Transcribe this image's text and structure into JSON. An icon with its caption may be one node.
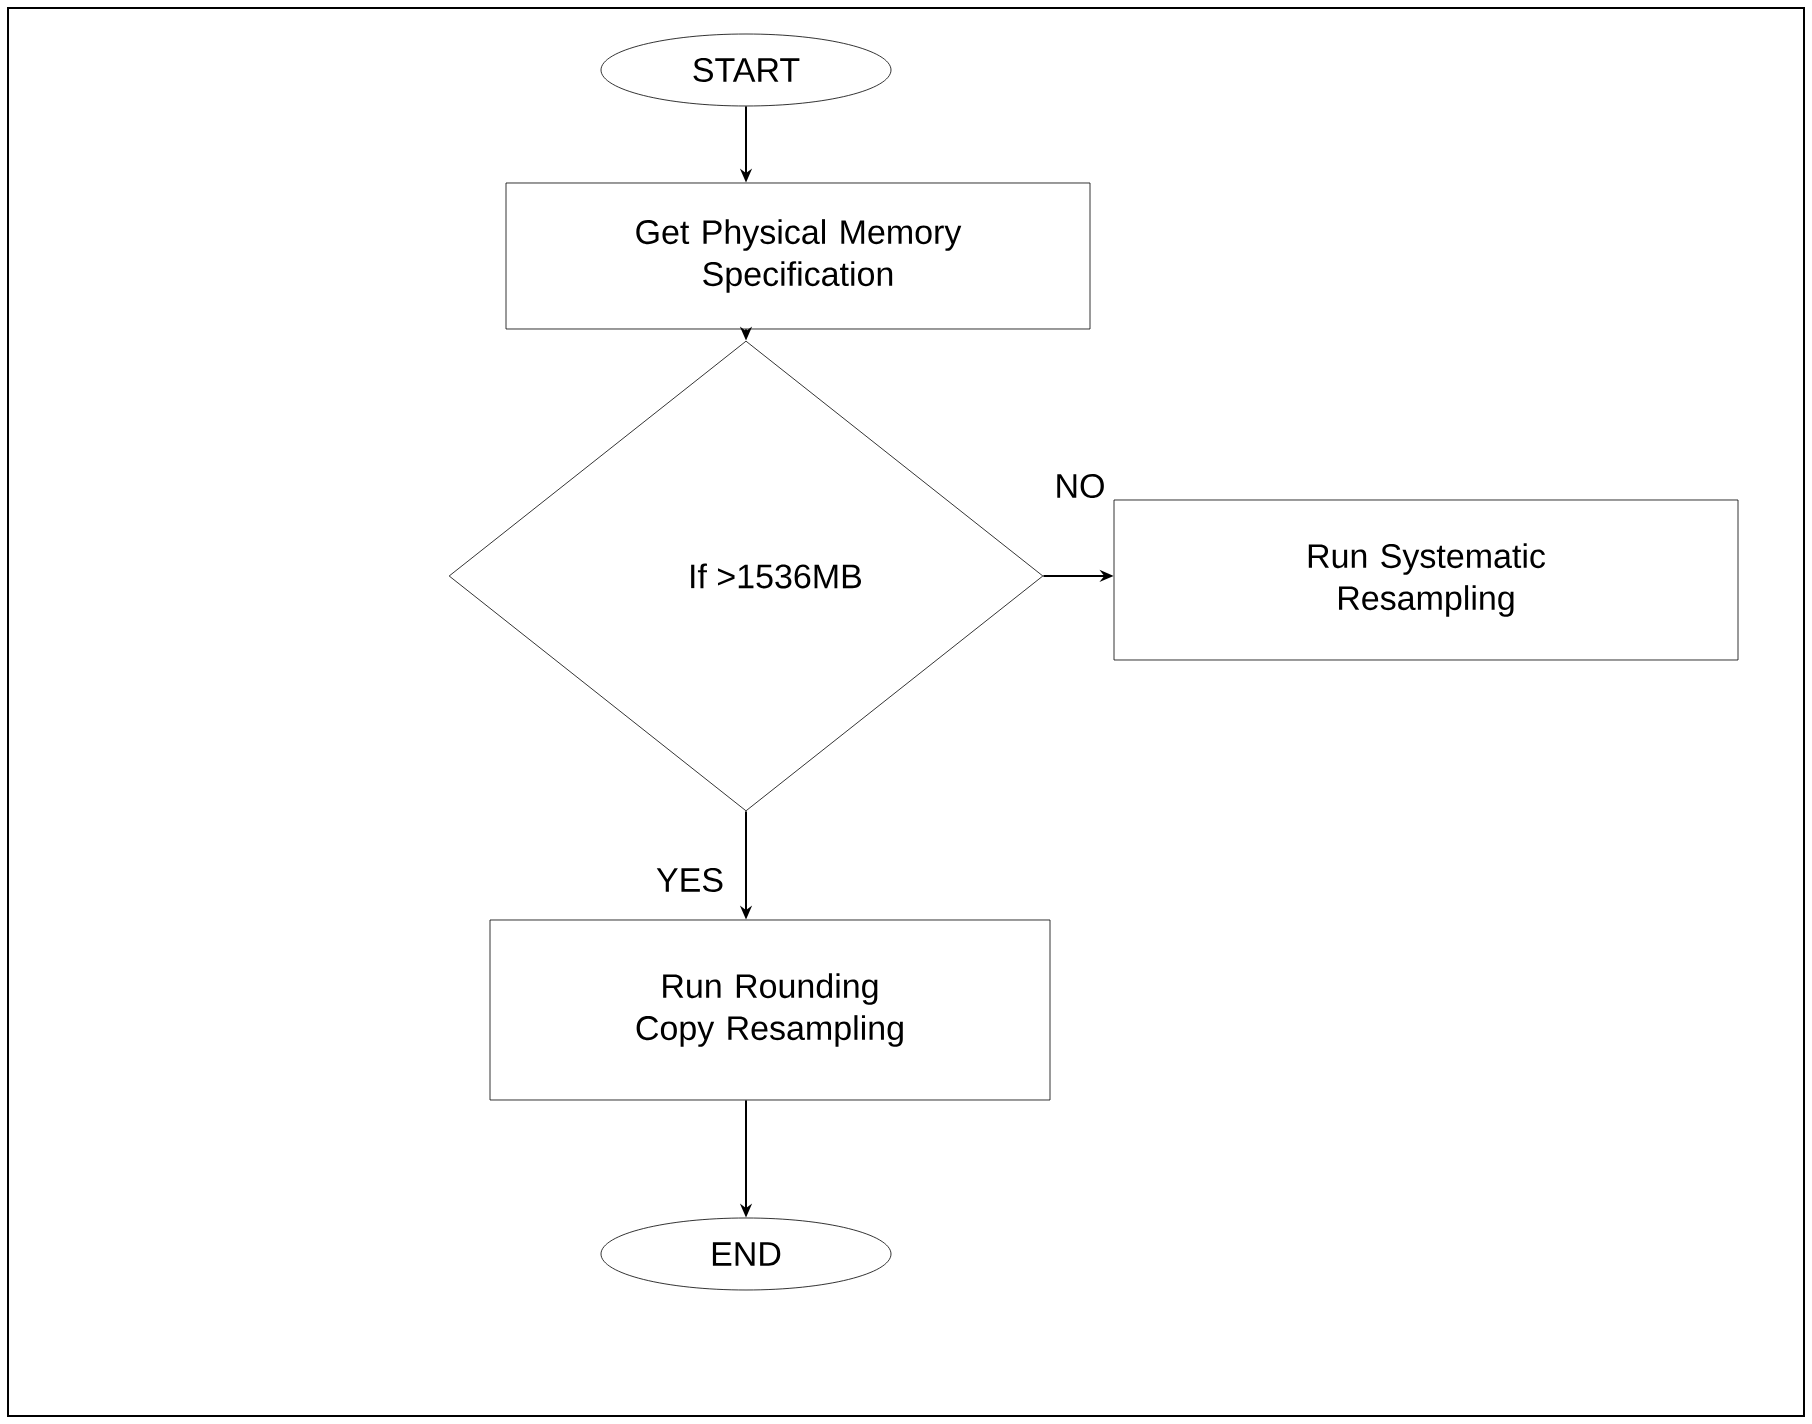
{
  "diagram": {
    "nodes": [
      {
        "text": [
          "START"
        ]
      },
      {
        "text": [
          "Get Physical Memory Specification"
        ]
      },
      {
        "text": [
          "If >1536MB"
        ]
      },
      {
        "text": [
          "Run Systematic Resampling"
        ]
      },
      {
        "text": [
          "Run Rounding Copy Resampling"
        ]
      },
      {
        "text": [
          "END"
        ]
      }
    ],
    "edges": [
      {
        "from": 0,
        "to": 1,
        "arrow": "to"
      },
      {
        "from": 1,
        "to": 2,
        "arrow": "to"
      },
      {
        "from": 2,
        "to": 3,
        "arrow": "to",
        "label": "NO"
      },
      {
        "from": 2,
        "to": 4,
        "arrow": "to",
        "label": "YES"
      },
      {
        "from": 4,
        "to": 5,
        "arrow": "to"
      }
    ]
  }
}
